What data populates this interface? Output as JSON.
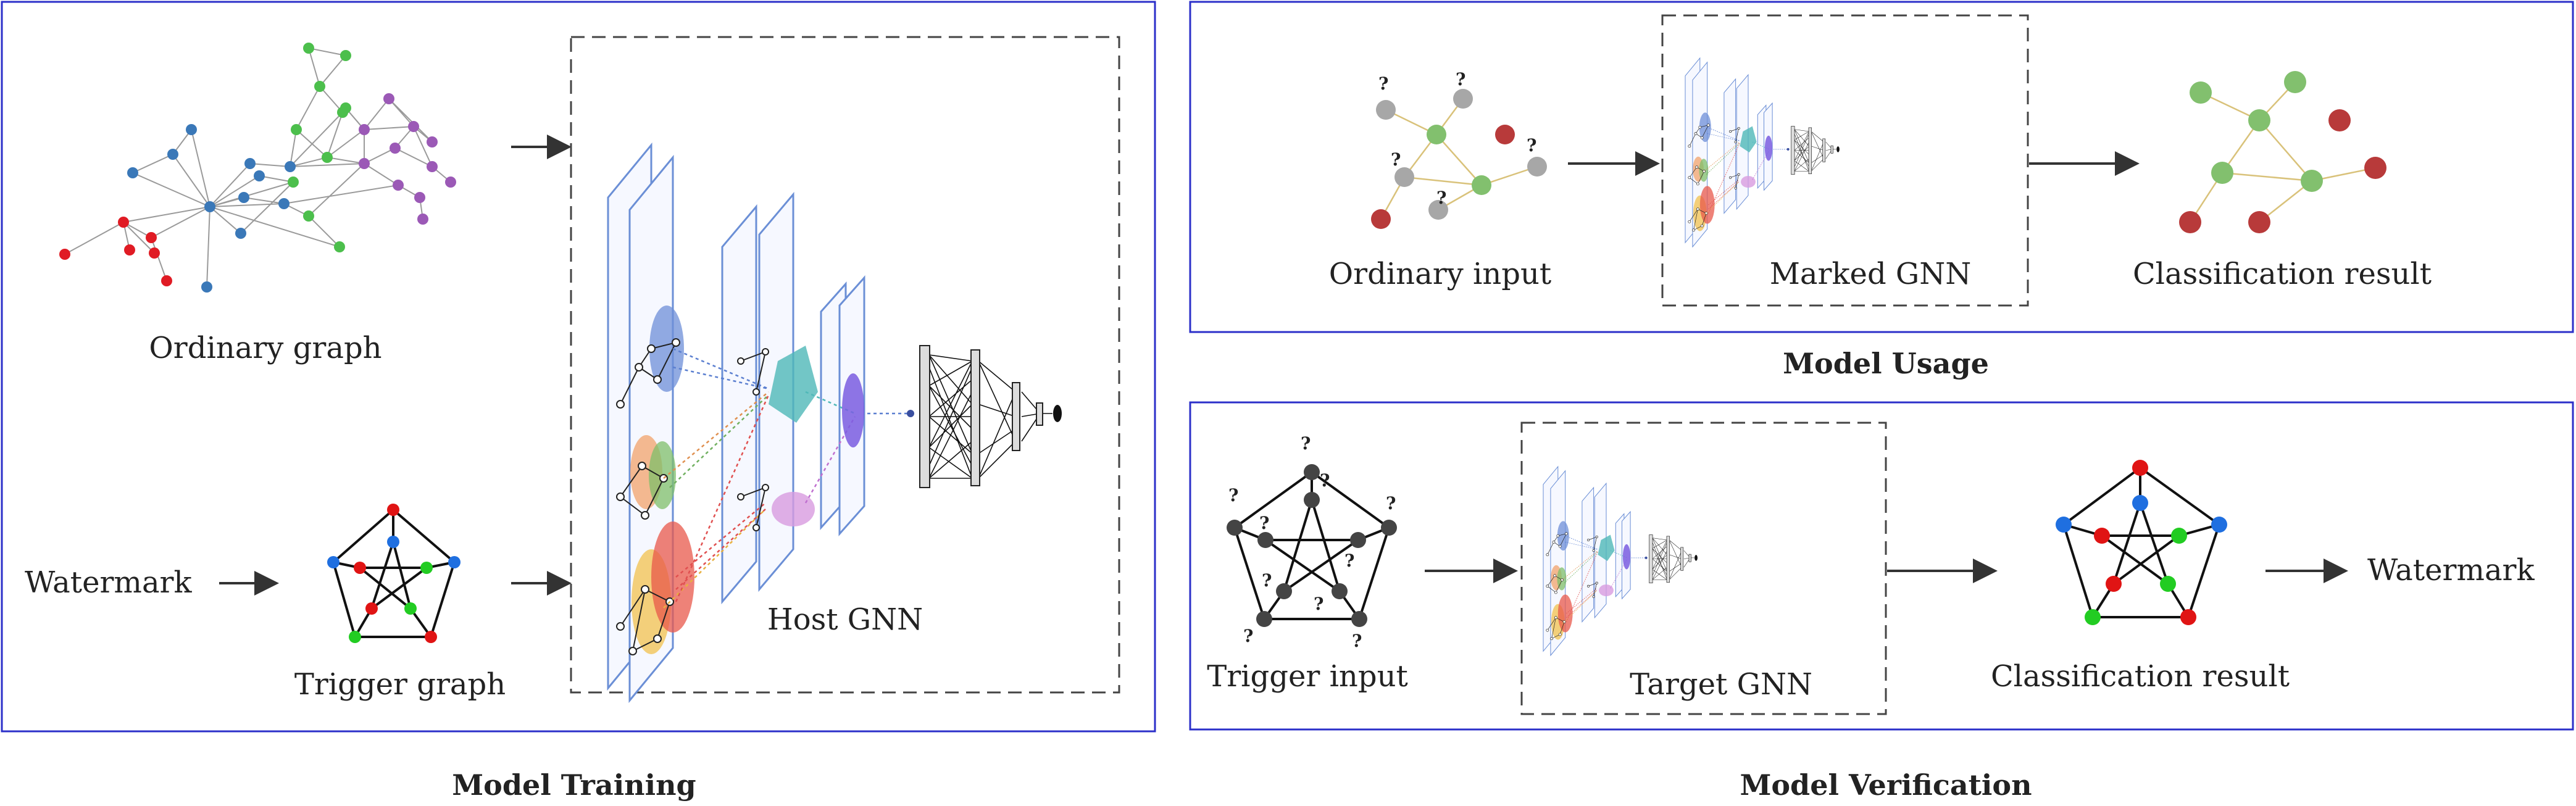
{
  "panels": {
    "training": {
      "title": "Model Training",
      "ordinary_graph_label": "Ordinary graph",
      "watermark_label": "Watermark",
      "trigger_graph_label": "Trigger graph",
      "gnn_label": "Host GNN"
    },
    "usage": {
      "title": "Model Usage",
      "input_label": "Ordinary input",
      "gnn_label": "Marked GNN",
      "result_label": "Classification result"
    },
    "verification": {
      "title": "Model Verification",
      "input_label": "Trigger input",
      "gnn_label": "Target GNN",
      "result_label": "Classification result",
      "output_label": "Watermark"
    }
  },
  "question_mark": "?",
  "colors": {
    "panel_border": "#2b2fc9",
    "dash_border": "#444444",
    "blue_node": "#3a78b8",
    "green_node": "#4cbf4c",
    "purple_node": "#9b59b6",
    "red_node": "#e01b24",
    "gray_node": "#a7a7a7",
    "light_green_node": "#82c06e",
    "dark_red_node": "#b83a3a",
    "dark_node": "#444444",
    "trigger_blue": "#1f6fe0",
    "trigger_green": "#22cc22",
    "trigger_red": "#e01414"
  }
}
